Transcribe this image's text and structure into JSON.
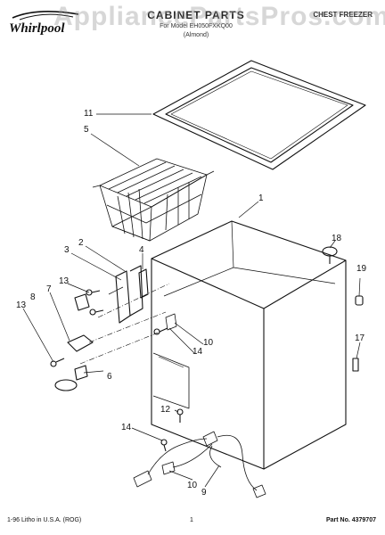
{
  "header": {
    "brand": "Whirlpool",
    "title": "CABINET PARTS",
    "subtitle": "For Model EH050FXKQ00",
    "model_note": "(Almond)",
    "doc_type": "CHEST FREEZER"
  },
  "watermark": "AppliancePartsPros.com",
  "callouts": [
    "1",
    "2",
    "3",
    "4",
    "5",
    "7",
    "8",
    "9",
    "10",
    "10",
    "11",
    "12",
    "13",
    "13",
    "14",
    "14",
    "17",
    "18",
    "19",
    "6"
  ],
  "footer": {
    "left": "1-96 Litho in U.S.A. (ROG)",
    "center": "1",
    "right": "Part No. 4379707"
  }
}
